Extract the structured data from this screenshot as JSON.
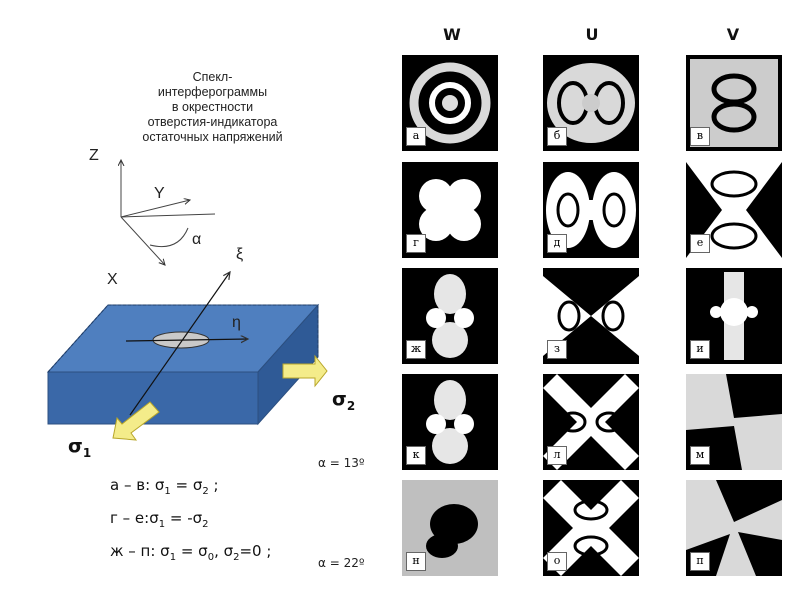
{
  "caption": "Спекл-\nинтерферограммы\nв окрестности\nотверстия-индикатора\nостаточных напряжений",
  "axes": {
    "z": "Z",
    "y": "Y",
    "x": "X",
    "alpha": "α",
    "xi": "ξ",
    "eta": "η"
  },
  "stress": {
    "sigma": "σ",
    "sub1": "1",
    "sub2": "2"
  },
  "formulas": {
    "line1": {
      "prefix": "а – в: σ",
      "s1": "1",
      "mid": " = σ",
      "s2": "2",
      "suffix": " ;"
    },
    "line2": {
      "prefix": "г – е:σ",
      "s1": "1",
      "mid": " = -σ",
      "s2": "2",
      "suffix": ""
    },
    "line3": {
      "prefix": "ж – п: σ",
      "s1": "1",
      "mid": " = σ",
      "s0": "0",
      "comma": ", σ",
      "s2": "2",
      "suffix": "=0 ;"
    }
  },
  "columns": [
    "W",
    "U",
    "V"
  ],
  "row_labels": [
    {
      "row": 3,
      "text": "α = 13º"
    },
    {
      "row": 4,
      "text": "α = 22º"
    }
  ],
  "tiles": [
    {
      "label": "а",
      "pattern": "rings"
    },
    {
      "label": "б",
      "pattern": "rings-lobes-h"
    },
    {
      "label": "в",
      "pattern": "lobes-v"
    },
    {
      "label": "г",
      "pattern": "clover"
    },
    {
      "label": "д",
      "pattern": "lobes-h"
    },
    {
      "label": "е",
      "pattern": "fan-v"
    },
    {
      "label": "ж",
      "pattern": "clover-v"
    },
    {
      "label": "з",
      "pattern": "bowtie-h"
    },
    {
      "label": "и",
      "pattern": "narrow-v"
    },
    {
      "label": "к",
      "pattern": "clover-v"
    },
    {
      "label": "л",
      "pattern": "cross-diag"
    },
    {
      "label": "м",
      "pattern": "fan-diag"
    },
    {
      "label": "н",
      "pattern": "dark-blob"
    },
    {
      "label": "о",
      "pattern": "cross-diag2"
    },
    {
      "label": "п",
      "pattern": "fan-diag2"
    }
  ]
}
